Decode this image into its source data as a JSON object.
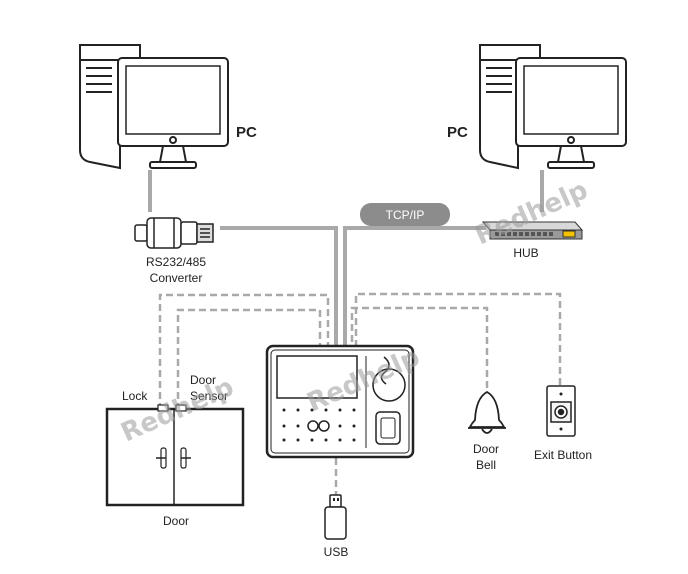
{
  "labels": {
    "pc_left": "PC",
    "pc_right": "PC",
    "tcp_ip": "TCP/IP",
    "converter_line1": "RS232/485",
    "converter_line2": "Converter",
    "hub": "HUB",
    "lock": "Lock",
    "door_sensor_line1": "Door",
    "door_sensor_line2": "Sensor",
    "door": "Door",
    "usb": "USB",
    "door_bell_line1": "Door",
    "door_bell_line2": "Bell",
    "exit_button": "Exit Button"
  },
  "watermark": "Redhelp",
  "colors": {
    "line_solid": "#a9a9a9",
    "line_dashed": "#a9a9a9",
    "tcp_badge": "#8c8c8c",
    "outline": "#222222"
  }
}
